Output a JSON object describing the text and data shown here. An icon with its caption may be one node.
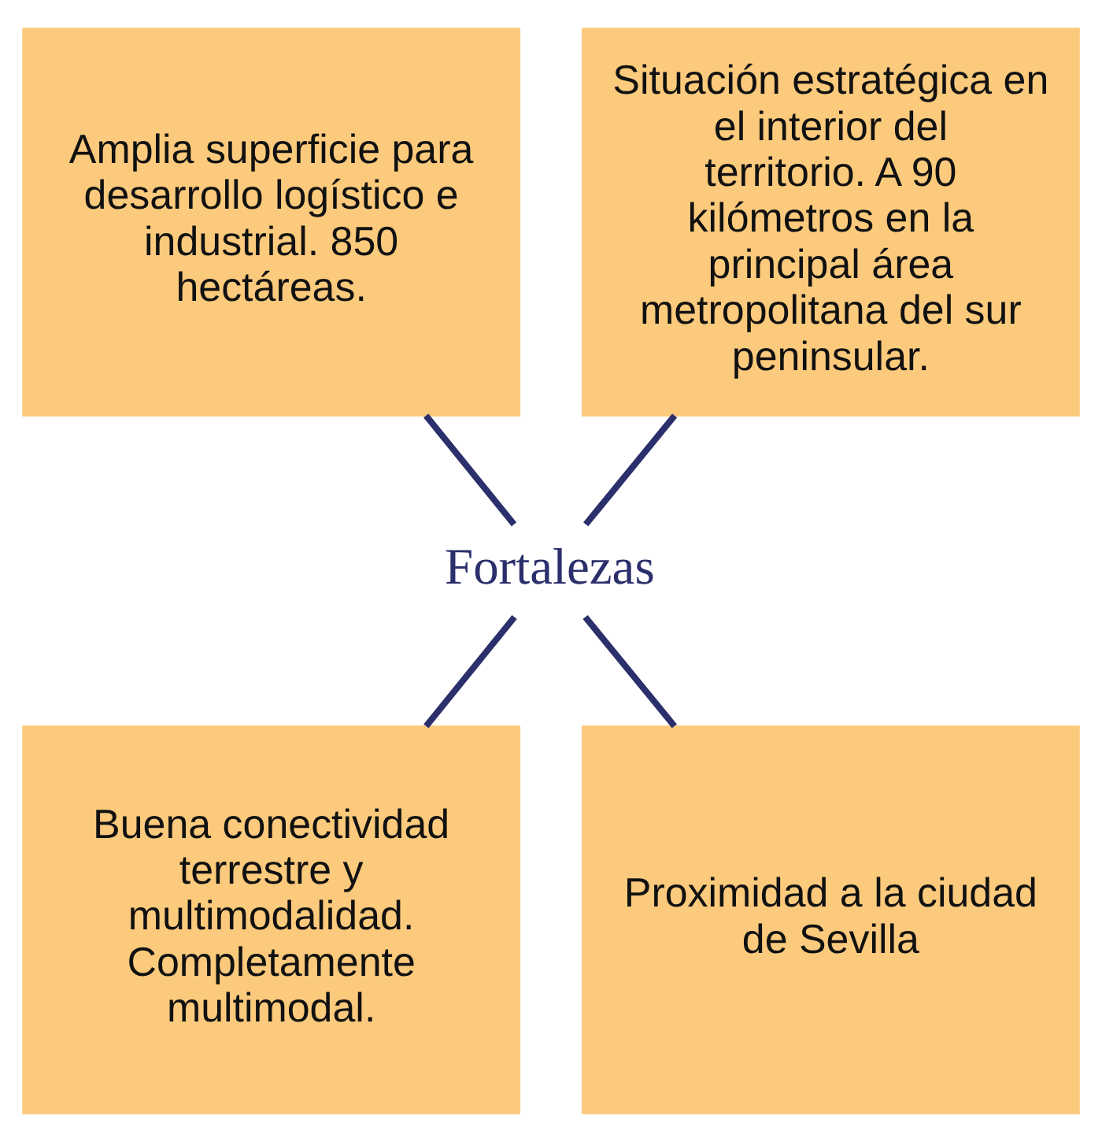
{
  "diagram": {
    "nodes": [
      {
        "text": [
          "Amplia superficie para desarrollo logístico e industrial. 850 hectáreas."
        ]
      },
      {
        "text": [
          "Situación estratégica en el interior del territorio. A 90 kilómetros en la principal área metropolitana del sur peninsular."
        ]
      },
      {
        "text": [
          "Fortalezas"
        ]
      },
      {
        "text": [
          "Buena conectividad terrestre y multimodalidad. Completamente multimodal."
        ]
      },
      {
        "text": [
          "Proximidad a la ciudad de Sevilla"
        ]
      }
    ],
    "edges": [
      {
        "from": 2,
        "to": 0,
        "arrow": "none"
      },
      {
        "from": 2,
        "to": 1,
        "arrow": "none"
      },
      {
        "from": 2,
        "to": 3,
        "arrow": "none"
      },
      {
        "from": 2,
        "to": 4,
        "arrow": "none"
      }
    ]
  }
}
